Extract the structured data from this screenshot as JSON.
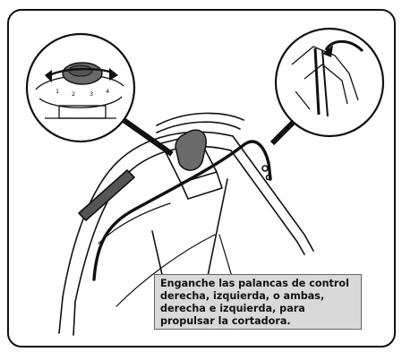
{
  "figure": {
    "inset_left_scale_labels": [
      "1",
      "2",
      "3",
      "4"
    ],
    "inset_left_icon": "speed-dial-knob",
    "inset_right_icon": "bail-lever-engage",
    "main_icon": "mower-handle-assembly",
    "colors": {
      "stroke": "#111111",
      "caption_bg": "#d9d9d9",
      "accent_fill": "#6a6a6a"
    }
  },
  "caption": {
    "lines": [
      "Enganche las palancas de control",
      "derecha, izquierda, o ambas,",
      "derecha e izquierda, para",
      "propulsar la cortadora."
    ]
  }
}
